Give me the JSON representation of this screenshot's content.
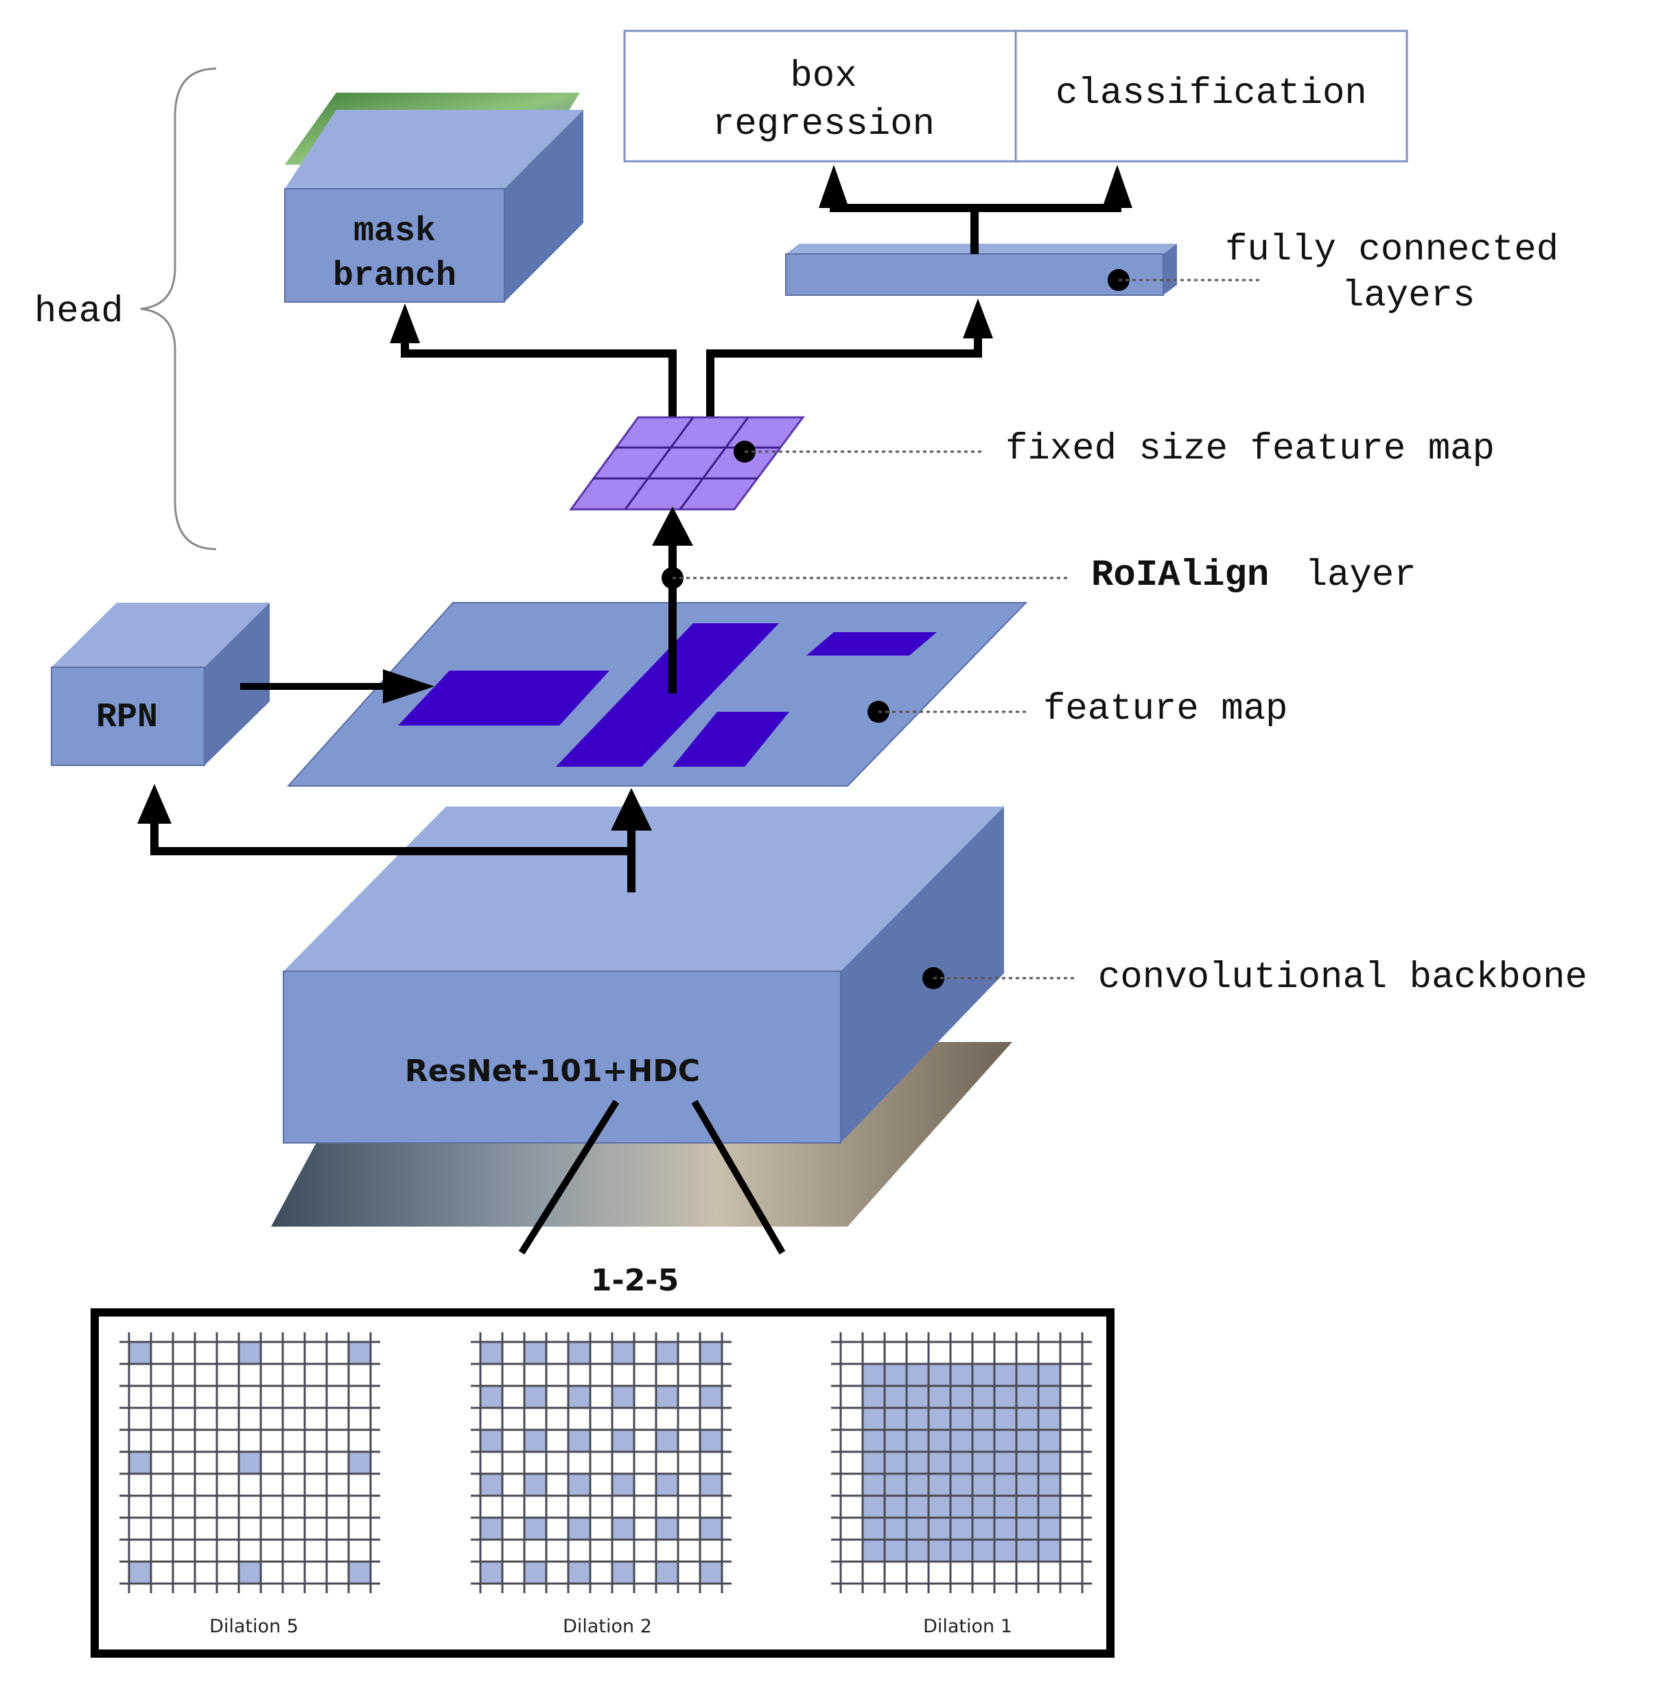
{
  "labels": {
    "head": "head",
    "mask_branch_line1": "mask",
    "mask_branch_line2": "branch",
    "box_regression_line1": "box",
    "box_regression_line2": "regression",
    "classification": "classification",
    "fully_connected_line1": "fully connected",
    "fully_connected_line2": "layers",
    "fixed_size_feature_map": "fixed size feature map",
    "roialign_bold": "RoIAlign",
    "roialign_rest": "layer",
    "rpn": "RPN",
    "feature_map": "feature map",
    "convolutional_backbone": "convolutional backbone",
    "backbone_name": "ResNet-101+HDC",
    "dilation_sequence": "1-2-5"
  },
  "dilation_panels": [
    {
      "caption": "Dilation 5",
      "rate": 5
    },
    {
      "caption": "Dilation 2",
      "rate": 2
    },
    {
      "caption": "Dilation 1",
      "rate": 1
    }
  ],
  "colors": {
    "block_front": "#7f98cf",
    "block_top": "#9aaedd",
    "block_side": "#5f75ad",
    "roi_region": "#3a00c8",
    "fixed_map": "#a686f0",
    "grid_fill": "#a7b4dc",
    "arrow": "#000000"
  }
}
